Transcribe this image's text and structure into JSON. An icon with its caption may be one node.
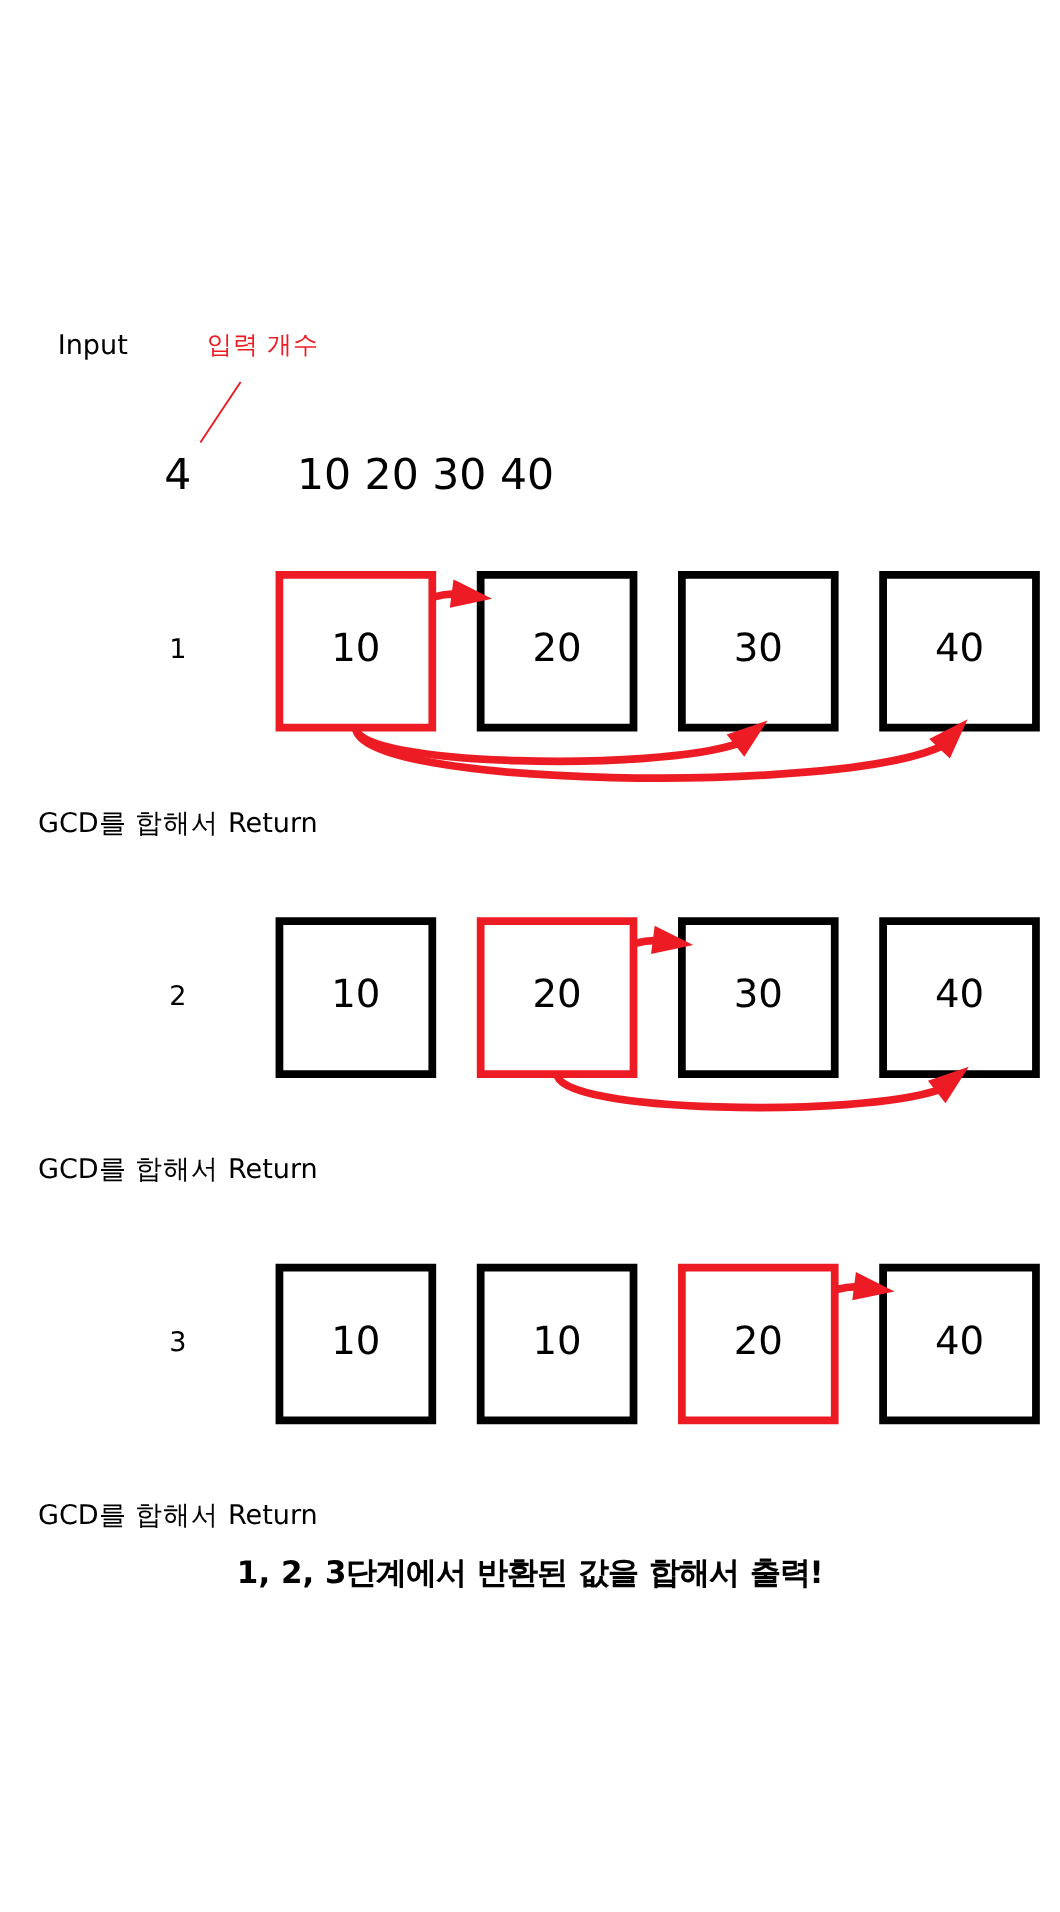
{
  "diagram": {
    "caption": "1, 2, 3단계에서 반환된 값을 합해서 출력!",
    "nodes": [
      {
        "text": [
          "입력 개수"
        ]
      },
      {
        "text": [
          "4"
        ]
      },
      {
        "text": [
          "10"
        ]
      },
      {
        "text": [
          "20"
        ]
      },
      {
        "text": [
          "30"
        ]
      },
      {
        "text": [
          "40"
        ]
      },
      {
        "text": [
          "10"
        ]
      },
      {
        "text": [
          "20"
        ]
      },
      {
        "text": [
          "30"
        ]
      },
      {
        "text": [
          "40"
        ]
      },
      {
        "text": [
          "10"
        ]
      },
      {
        "text": [
          "10"
        ]
      },
      {
        "text": [
          "20"
        ]
      },
      {
        "text": [
          "40"
        ]
      }
    ],
    "edges": [
      {
        "from": 0,
        "to": 1,
        "arrow": "none"
      },
      {
        "from": 2,
        "to": 3,
        "arrow": "to"
      },
      {
        "from": 2,
        "to": 4,
        "arrow": "to"
      },
      {
        "from": 2,
        "to": 5,
        "arrow": "to"
      },
      {
        "from": 7,
        "to": 8,
        "arrow": "to"
      },
      {
        "from": 7,
        "to": 9,
        "arrow": "to"
      },
      {
        "from": 12,
        "to": 13,
        "arrow": "to"
      }
    ],
    "labels": [
      "Input",
      "10 20 30 40",
      "1",
      "GCD를 합해서 Return",
      "2",
      "GCD를 합해서 Return",
      "3",
      "GCD를 합해서 Return"
    ]
  }
}
